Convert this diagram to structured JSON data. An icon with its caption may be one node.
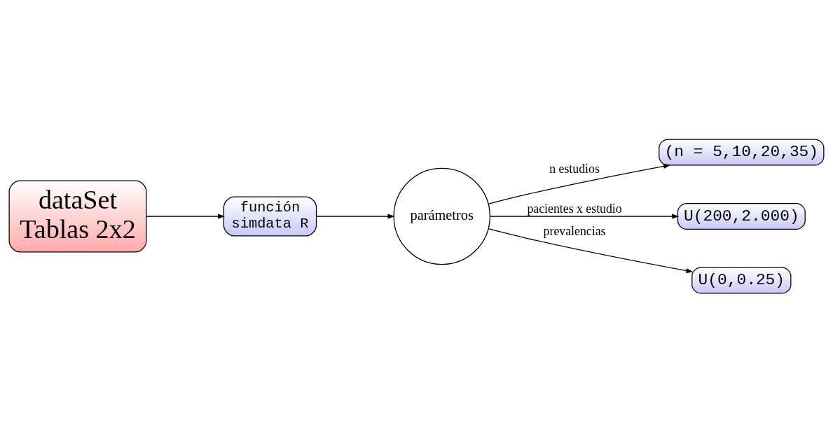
{
  "diagram": {
    "nodes": [
      {
        "text": [
          "dataSet",
          "Tablas 2x2"
        ]
      },
      {
        "text": [
          "función",
          "simdata R"
        ]
      },
      {
        "text": [
          "parámetros"
        ]
      },
      {
        "text": [
          "(n = 5,10,20,35)"
        ]
      },
      {
        "text": [
          "U(200,2.000)"
        ]
      },
      {
        "text": [
          "U(0,0.25)"
        ]
      }
    ],
    "edges": [
      {
        "from": 0,
        "to": 1,
        "arrow": "to"
      },
      {
        "from": 1,
        "to": 2,
        "arrow": "to"
      },
      {
        "from": 2,
        "to": 3,
        "arrow": "to",
        "label": "n estudios"
      },
      {
        "from": 2,
        "to": 4,
        "arrow": "to",
        "label": "pacientes x estudio"
      },
      {
        "from": 2,
        "to": 5,
        "arrow": "to",
        "label": "prevalencias"
      }
    ]
  }
}
